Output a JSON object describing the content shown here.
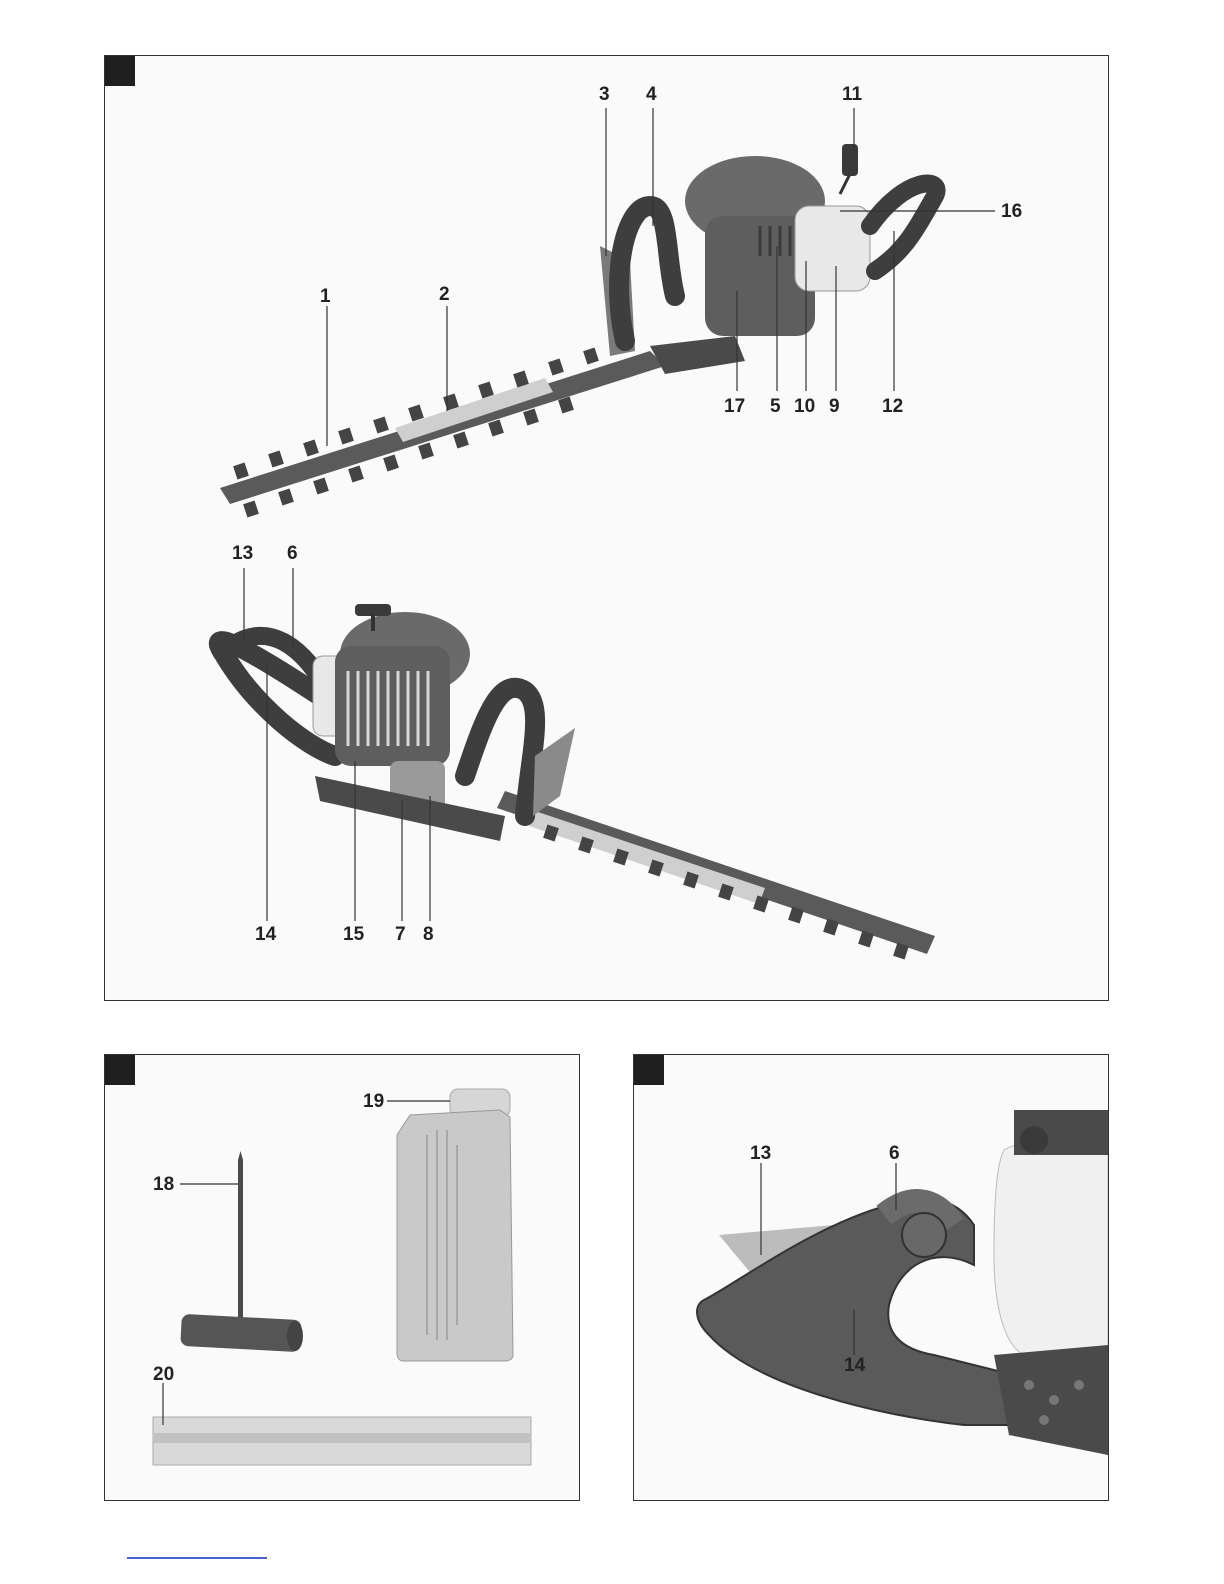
{
  "figure": {
    "panels": [
      {
        "id": "main",
        "callouts": [
          "1",
          "2",
          "3",
          "4",
          "11",
          "16",
          "17",
          "5",
          "10",
          "9",
          "12",
          "13",
          "6",
          "14",
          "15",
          "7",
          "8"
        ]
      },
      {
        "id": "accessories",
        "callouts": [
          "19",
          "18",
          "20"
        ]
      },
      {
        "id": "handle-detail",
        "callouts": [
          "13",
          "6",
          "14"
        ]
      }
    ]
  },
  "colors": {
    "panel_border": "#333333",
    "panel_tag": "#1f1f1f",
    "machine_dark": "#555555",
    "blade_light": "#cfcfcf",
    "footer_link": "#4a5fd0"
  }
}
